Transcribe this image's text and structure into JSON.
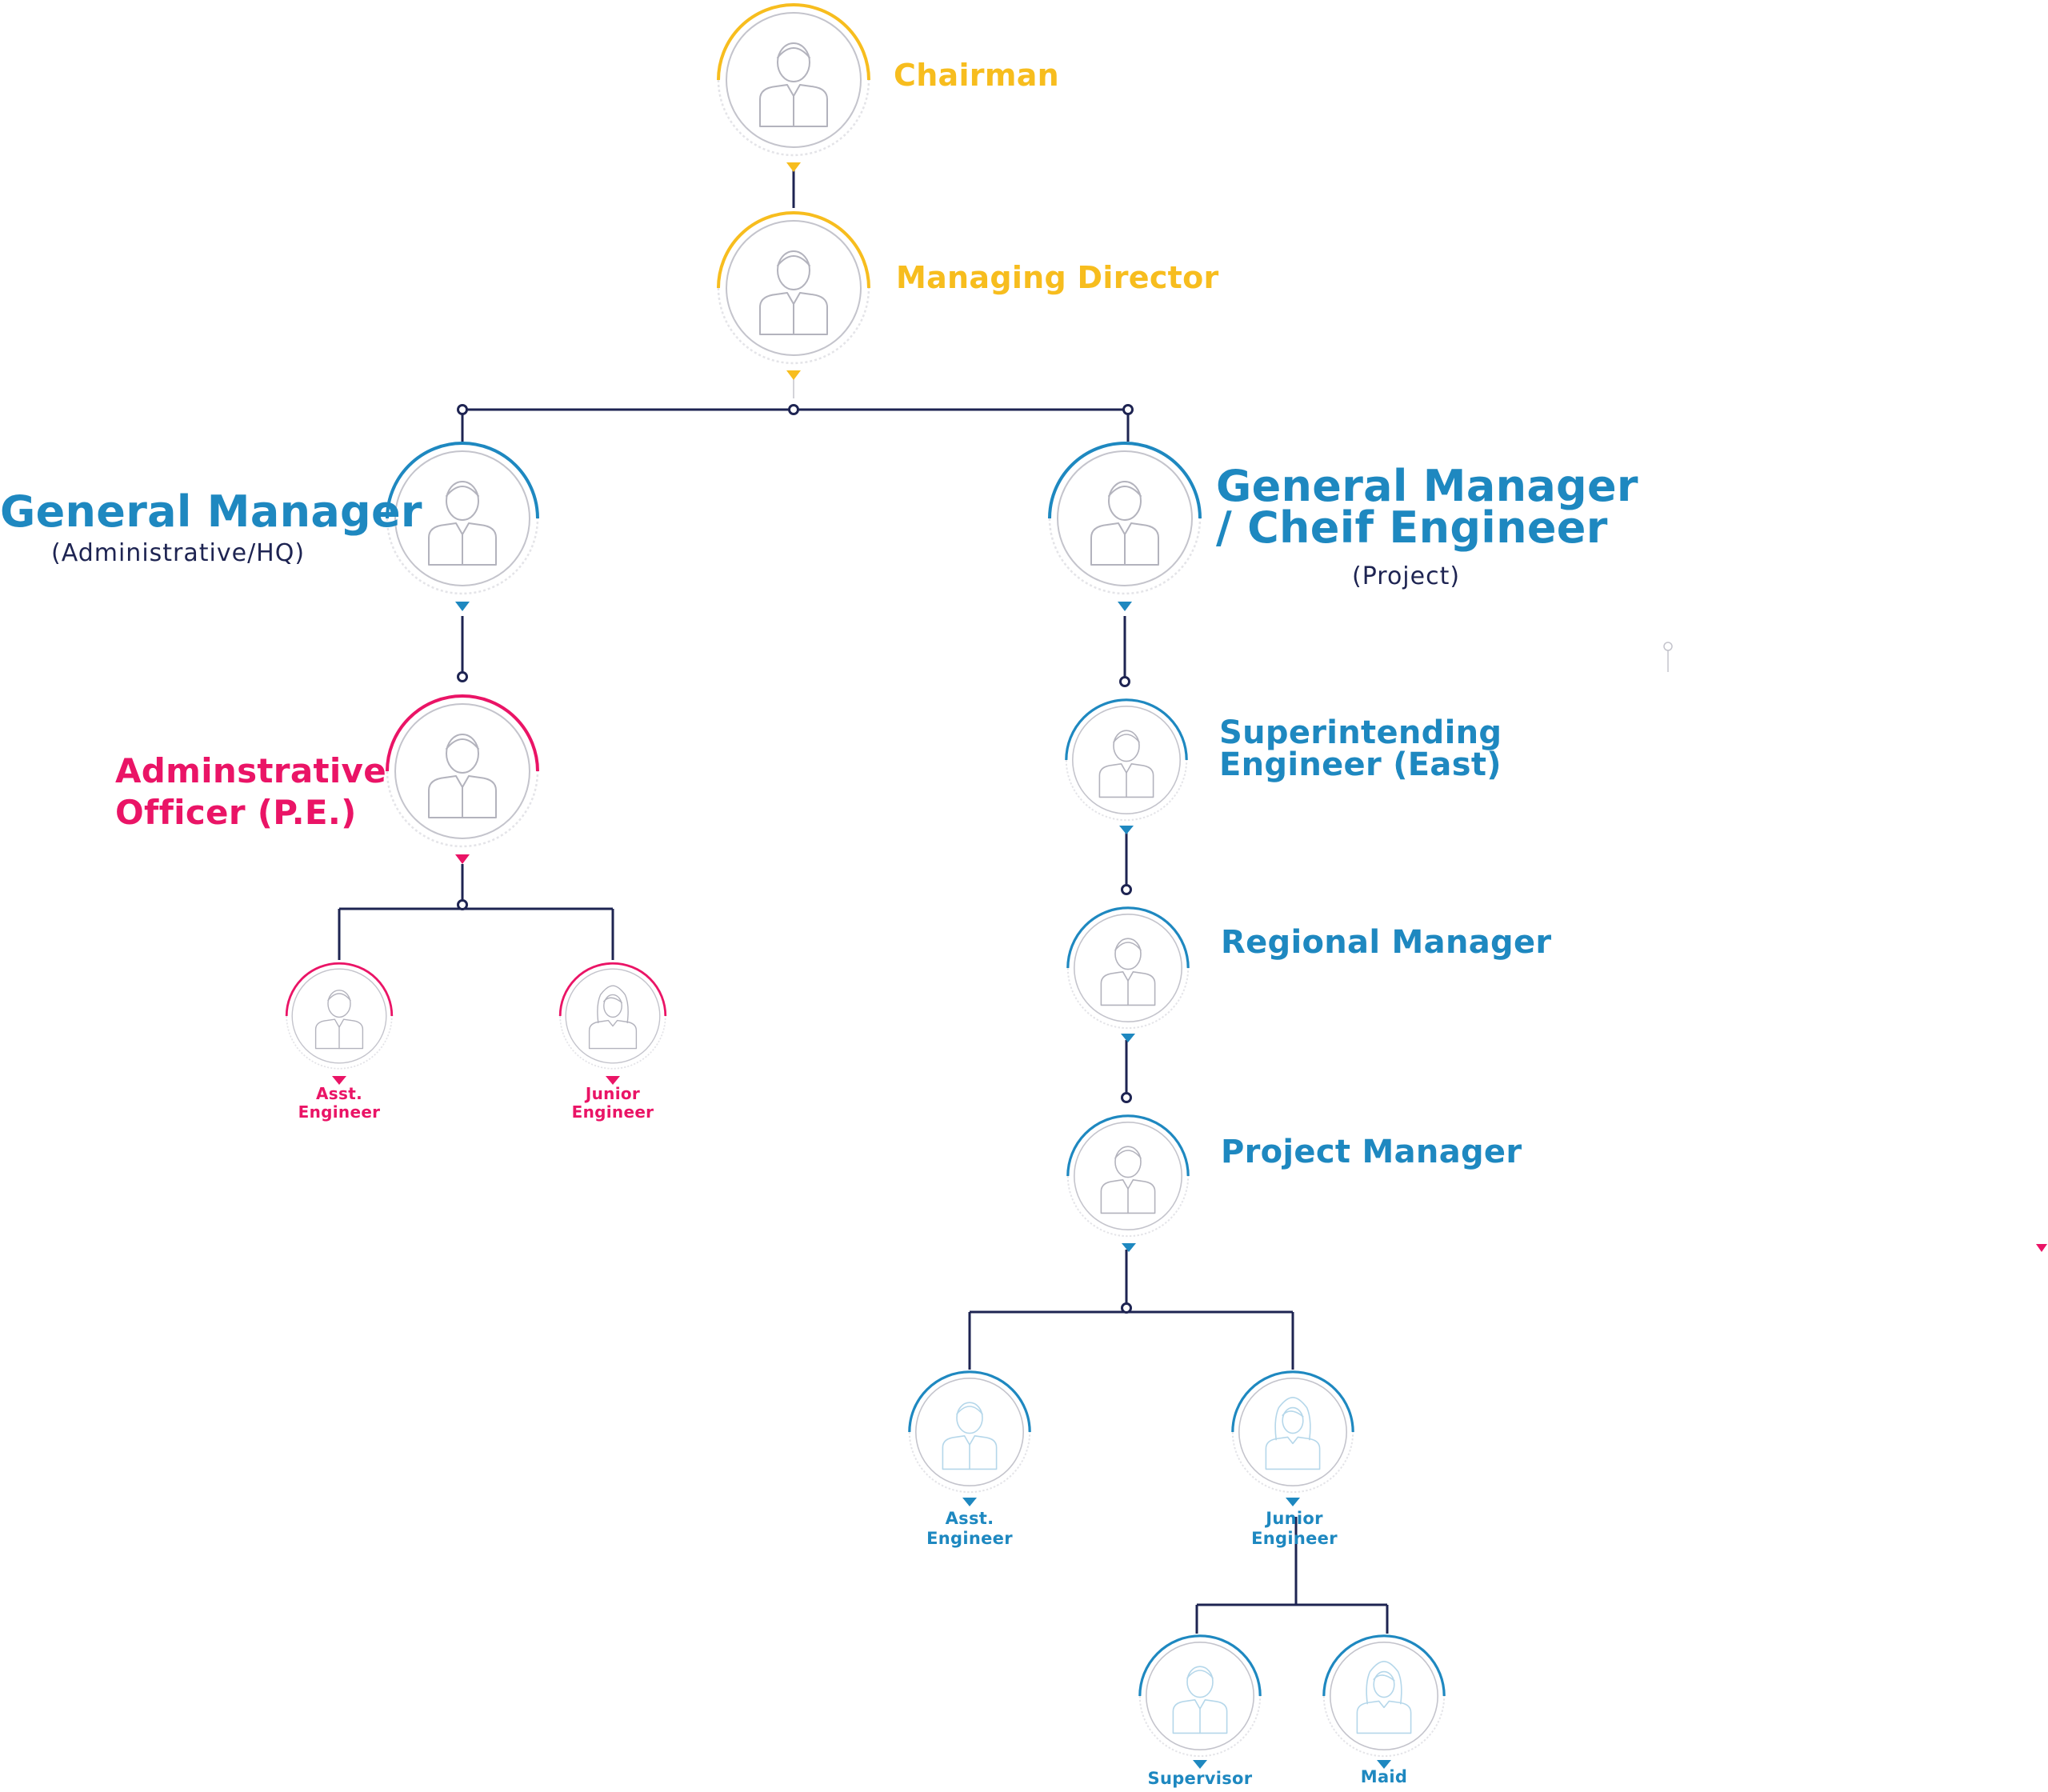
{
  "colors": {
    "yellow": "#f7bd1e",
    "blue": "#1e88c0",
    "pink": "#ea1466",
    "line": "#1e2452",
    "ring": "#c4c4cc"
  },
  "icons": {
    "male": "male-avatar-icon",
    "female": "female-avatar-icon"
  },
  "nodes": {
    "chairman": {
      "label": "Chairman"
    },
    "managing_director": {
      "label": "Managing Director"
    },
    "gm_admin": {
      "label": "General Manager",
      "sublabel": "(Administrative/HQ)"
    },
    "gm_project": {
      "label_line1": "General Manager",
      "label_line2": "/ Cheif Engineer",
      "sublabel": "(Project)"
    },
    "admin_officer": {
      "label_line1": "Adminstrative",
      "label_line2": "Officer (P.E.)"
    },
    "admin_asst_engineer": {
      "label_line1": "Asst.",
      "label_line2": "Engineer"
    },
    "admin_junior_engineer": {
      "label_line1": "Junior",
      "label_line2": "Engineer"
    },
    "superintending_engineer": {
      "label_line1": "Superintending",
      "label_line2": "Engineer (East)"
    },
    "regional_manager": {
      "label": "Regional Manager"
    },
    "project_manager": {
      "label": "Project Manager"
    },
    "project_asst_engineer": {
      "label_line1": "Asst.",
      "label_line2": "Engineer"
    },
    "project_junior_engineer": {
      "label_line1": "Junior",
      "label_line2": "Engineer"
    },
    "supervisor": {
      "label": "Supervisor"
    },
    "maid": {
      "label": "Maid"
    }
  }
}
